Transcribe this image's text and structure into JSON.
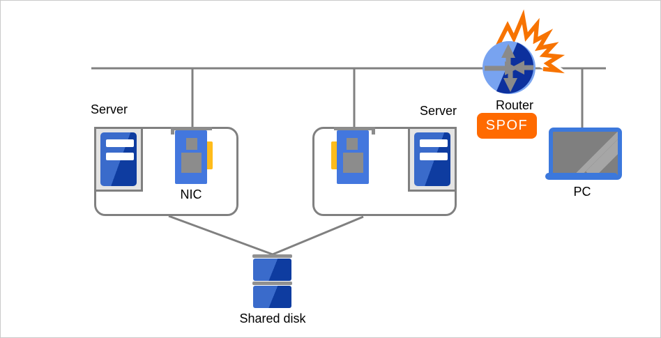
{
  "diagram": {
    "labels": {
      "server_left": "Server",
      "server_right": "Server",
      "nic": "NIC",
      "router": "Router",
      "spof": "SPOF",
      "pc": "PC",
      "shared_disk": "Shared disk"
    },
    "colors": {
      "wire_gray": "#808080",
      "icon_gray": "#8C8C8C",
      "nic_blue": "#4377DE",
      "blue_light": "#3A6BCB",
      "blue_dark": "#0E3CA0",
      "router_light_blue": "#78A3F0",
      "router_dark_blue": "#0C309D",
      "nic_yellow": "#FFBC1B",
      "explosion_orange": "#F77300",
      "spof_badge_bg": "#FF6A00",
      "server_panel_gray": "#E4E4E4"
    }
  }
}
